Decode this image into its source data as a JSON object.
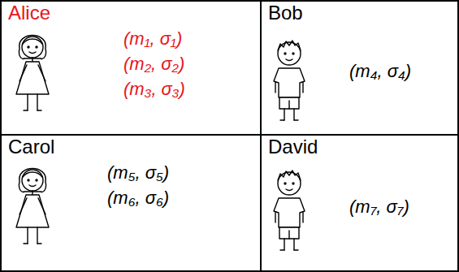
{
  "diagram": {
    "nodes": [
      {
        "text": [
          "Alice",
          "(m₁, σ₁)",
          "(m₂, σ₂)",
          "(m₃, σ₃)"
        ]
      },
      {
        "text": [
          "Bob",
          "(m₄, σ₄)"
        ]
      },
      {
        "text": [
          "Carol",
          "(m₅, σ₅)",
          "(m₆, σ₆)"
        ]
      },
      {
        "text": [
          "David",
          "(m₇, σ₇)"
        ]
      }
    ]
  }
}
